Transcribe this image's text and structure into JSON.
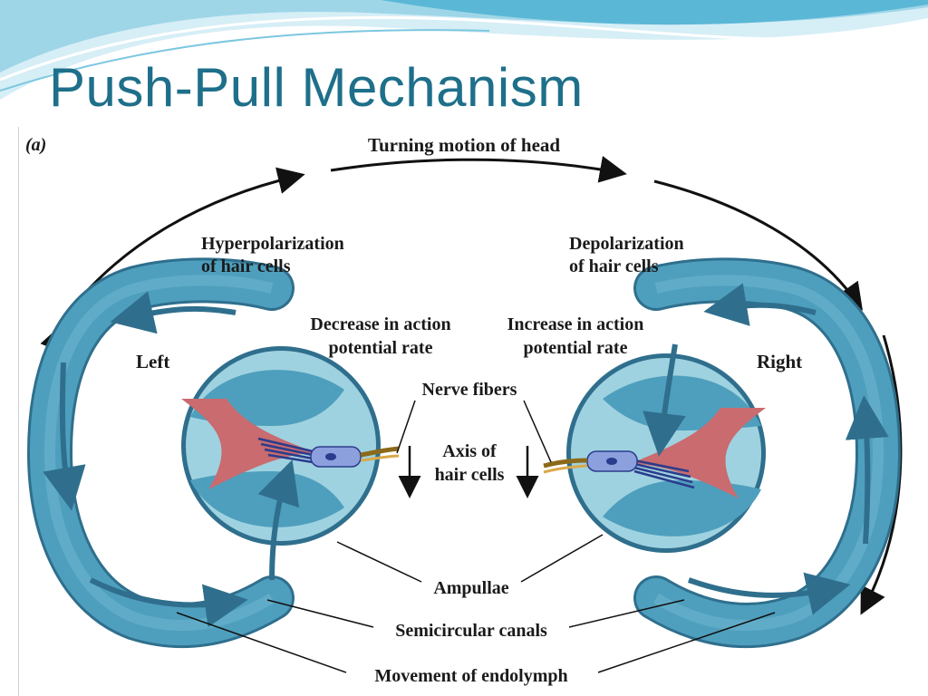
{
  "slide": {
    "title": "Push-Pull Mechanism",
    "panel_label": "(a)"
  },
  "diagram": {
    "labels": {
      "turning": "Turning motion of head",
      "hyper_line1": "Hyperpolarization",
      "hyper_line2": "of hair cells",
      "depol_line1": "Depolarization",
      "depol_line2": "of hair cells",
      "decrease_line1": "Decrease in action",
      "decrease_line2": "potential rate",
      "increase_line1": "Increase in action",
      "increase_line2": "potential rate",
      "left": "Left",
      "right": "Right",
      "nerve_fibers": "Nerve fibers",
      "axis_line1": "Axis of",
      "axis_line2": "hair cells",
      "ampullae": "Ampullae",
      "semicircular_canals": "Semicircular canals",
      "movement": "Movement of endolymph"
    },
    "colors": {
      "title": "#1e6f8a",
      "canal": "#4e9fbd",
      "canal_dark": "#2f6f8d",
      "ampulla_light": "#9fd2e0",
      "cupula": "#c96b6f",
      "header_wave": "#7cc7e0"
    }
  }
}
